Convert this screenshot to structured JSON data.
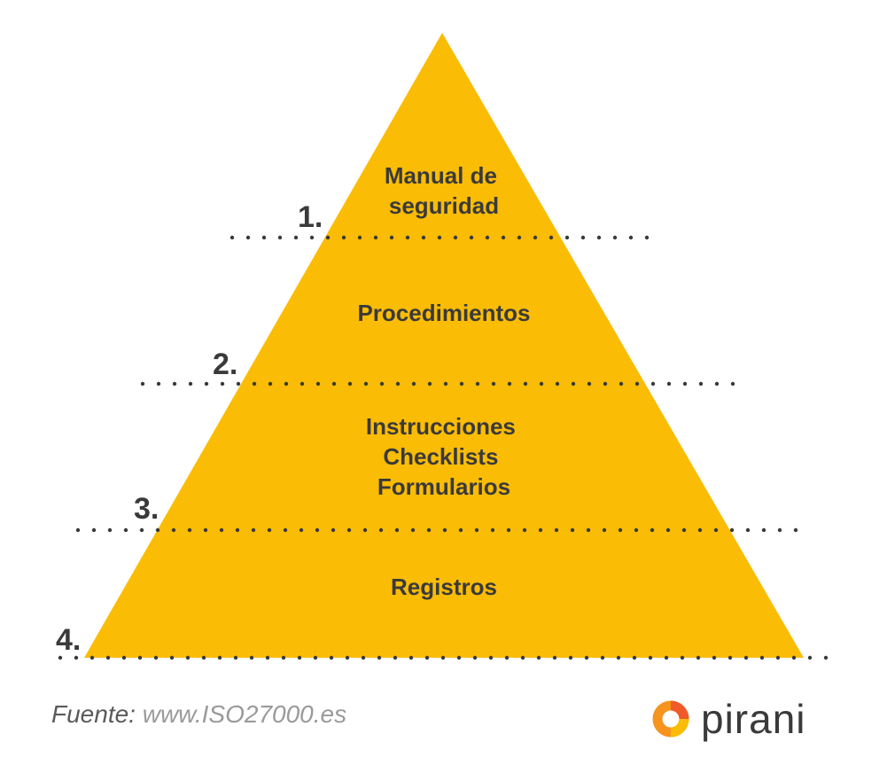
{
  "diagram": {
    "fill_color": "#FBBC05",
    "text_color": "#3a3a3a",
    "levels": [
      {
        "number": "1.",
        "lines": [
          "Manual de",
          "seguridad"
        ]
      },
      {
        "number": "2.",
        "lines": [
          "Procedimientos"
        ]
      },
      {
        "number": "3.",
        "lines": [
          "Instrucciones",
          "Checklists",
          "Formularios"
        ]
      },
      {
        "number": "4.",
        "lines": [
          "Registros"
        ]
      }
    ]
  },
  "footer": {
    "source_label": "Fuente:",
    "source_url": "www.ISO27000.es"
  },
  "logo": {
    "word": "pirani",
    "icon": "ring-icon",
    "colors": [
      "#F7941D",
      "#F05A28",
      "#FBBC05"
    ]
  }
}
